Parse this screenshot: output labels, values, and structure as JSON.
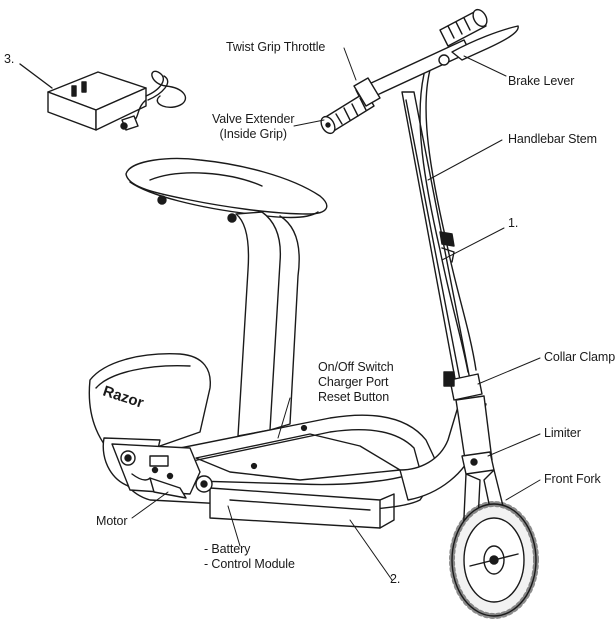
{
  "colors": {
    "ink": "#1a1a1a",
    "fill": "#ffffff",
    "tire_fill": "#f2f2f2"
  },
  "labels": {
    "adapter_num": "3.",
    "twist_grip": "Twist Grip Throttle",
    "brake_lever": "Brake Lever",
    "valve_line1": "Valve Extender",
    "valve_line2": "(Inside Grip)",
    "handlebar_stem": "Handlebar Stem",
    "stem_num": "1.",
    "collar_clamp": "Collar Clamp",
    "switch_line1": "On/Off Switch",
    "switch_line2": "Charger Port",
    "switch_line3": "Reset Button",
    "limiter": "Limiter",
    "front_fork": "Front Fork",
    "motor": "Motor",
    "battery": "- Battery",
    "control_module": "- Control Module",
    "deck_num": "2."
  },
  "brand": "Razor"
}
